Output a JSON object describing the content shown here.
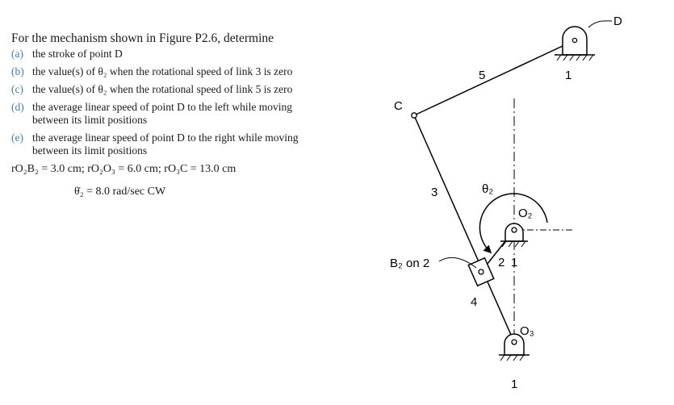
{
  "problem": {
    "intro": "For the mechanism shown in Figure P2.6, determine",
    "items": [
      {
        "label": "(a)",
        "text": "the stroke of point D"
      },
      {
        "label": "(b)",
        "text": "the value(s) of θ₂ when the rotational speed of link 3 is zero"
      },
      {
        "label": "(c)",
        "text": "the value(s) of θ₂ when the rotational speed of link 5 is zero"
      },
      {
        "label": "(d)",
        "text": "the average linear speed of point D to the left while moving between its limit positions"
      },
      {
        "label": "(e)",
        "text": "the average linear speed of point D to the right while moving between its limit positions"
      }
    ],
    "given": "rO₂B₂ = 3.0 cm;  rO₂O₃ = 6.0 cm;  rO₃C = 13.0 cm",
    "speed": "θ̇₂ = 8.0 rad/sec CW"
  },
  "diagram": {
    "point_D": "D",
    "point_C": "C",
    "link_5": "5",
    "link_3": "3",
    "link_4": "4",
    "link_2": "2",
    "ground_top": "1",
    "ground_mid": "1",
    "ground_bottom": "1",
    "theta": "θ₂",
    "pivot_O2": "O₂",
    "pivot_O3": "O₃",
    "slider_label": "B₂ on 2"
  }
}
